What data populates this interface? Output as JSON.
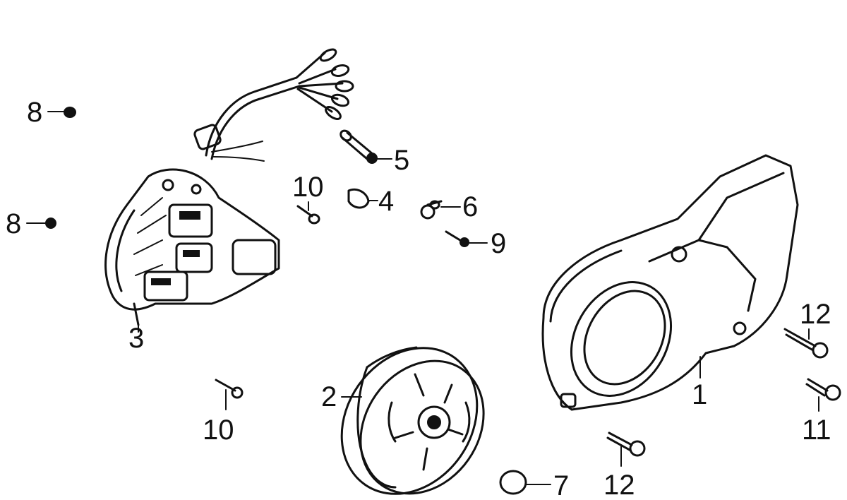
{
  "callouts": {
    "c1": "1",
    "c2": "2",
    "c3": "3",
    "c4": "4",
    "c5": "5",
    "c6": "6",
    "c7": "7",
    "c8a": "8",
    "c8b": "8",
    "c9": "9",
    "c10a": "10",
    "c10b": "10",
    "c11": "11",
    "c12a": "12",
    "c12b": "12"
  }
}
